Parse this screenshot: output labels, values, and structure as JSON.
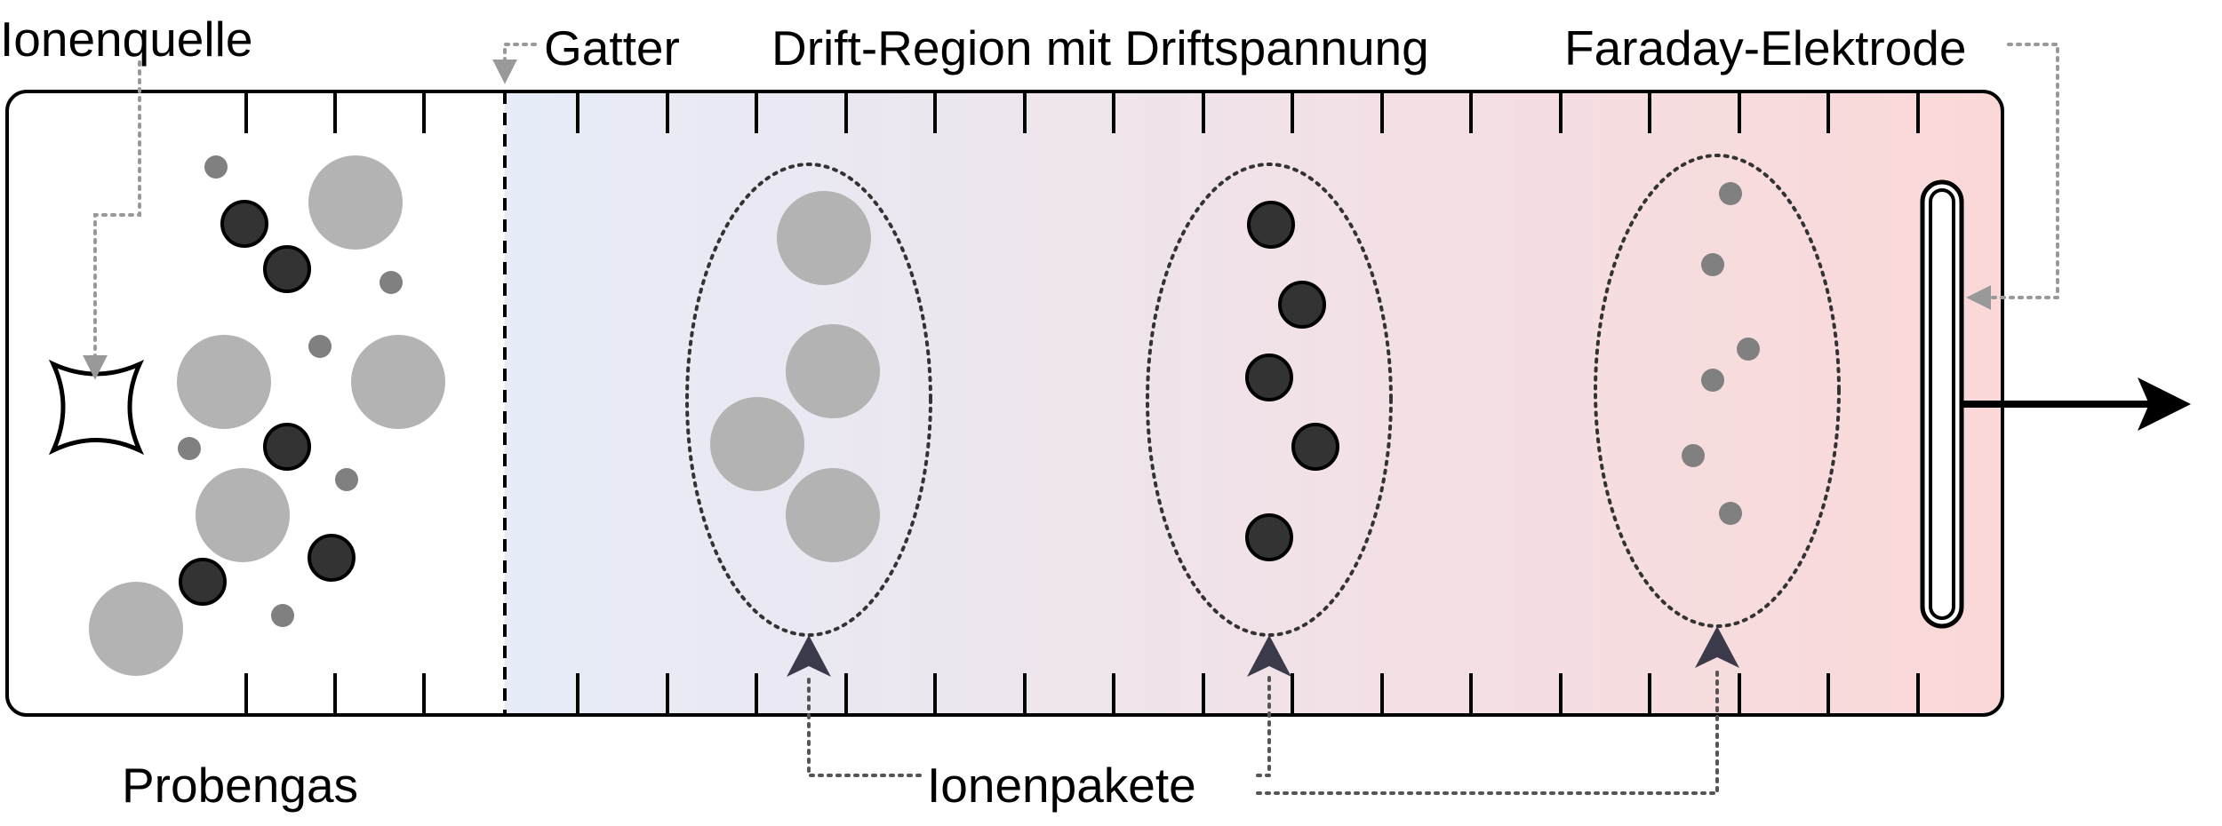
{
  "labels": {
    "ion_source": "Ionenquelle",
    "gate": "Gatter",
    "drift_region": "Drift-Region mit Driftspannung",
    "faraday_electrode": "Faraday-Elektrode",
    "sample_gas": "Probengas",
    "ion_packets": "Ionenpakete"
  },
  "colors": {
    "outline": "#000000",
    "large_particle": "#b3b3b3",
    "medium_particle": "#333333",
    "small_particle": "#808080",
    "gradient_start": "#e6ecf8",
    "gradient_end": "#fbd8d8",
    "leader_line": "#999999",
    "packet_outline": "#333333",
    "packet_arrow": "#3a3a4a"
  },
  "icons": {
    "ion_source": "spark-icon",
    "output_arrow": "arrow-right-icon"
  }
}
